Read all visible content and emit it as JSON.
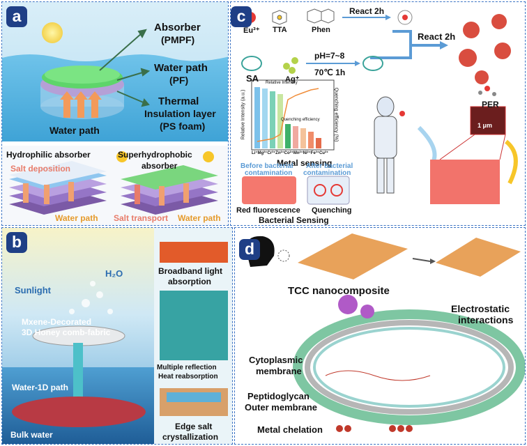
{
  "colors": {
    "panel_border": "#3b73c4",
    "label_bg": "#1f3f86",
    "water": "#7ec6e8",
    "blue_text": "#2b6cb0",
    "orange_text": "#e59a2b",
    "salmon_text": "#e87c6a"
  },
  "panel_a": {
    "label": "a",
    "absorber": "Absorber",
    "absorber_sub": "(PMPF)",
    "water_path": "Water path",
    "water_path_sub": "(PF)",
    "thermal": "Thermal",
    "thermal_sub1": "Insulation layer",
    "thermal_sub2": "(PS foam)",
    "water_path_bottom": "Water path",
    "hydrophilic": "Hydrophilic absorber",
    "superhydrophobic": "Superhydrophobic",
    "superhydrophobic_sub": "absorber",
    "salt_deposition": "Salt deposition",
    "water_path_left": "Water path",
    "salt_transport": "Salt transport",
    "water_path_right": "Water path"
  },
  "panel_b": {
    "label": "b",
    "h2o": "H₂O",
    "sunlight": "Sunlight",
    "mxene1": "Mxene-Decorated",
    "mxene2": "3D Honey comb-fabric",
    "water1d": "Water-1D path",
    "bulk": "Bulk water",
    "broadband1": "Broadband light",
    "broadband2": "absorption",
    "multiple1": "Multiple reflection",
    "multiple2": "Heat reabsorption",
    "edge1": "Edge salt",
    "edge2": "crystallization"
  },
  "panel_c": {
    "label": "c",
    "eu": "Eu³⁺",
    "tta": "TTA",
    "phen": "Phen",
    "react1": "React 2h",
    "react2": "React 2h",
    "sa": "SA",
    "ag": "Ag⁺",
    "ph": "pH=7~8",
    "temp": "70℃ 1h",
    "per": "PER",
    "scale": "1 μm",
    "metal_sensing": "Metal sensing",
    "before1": "Before bacterial",
    "before2": "contamination",
    "after1": "After bacterial",
    "after2": "contamination",
    "red_fluor": "Red fluorescence",
    "quenching": "Quenching",
    "bacterial_sensing": "Bacterial Sensing",
    "inset_ylabel_left": "Relative Intensity (a.u.)",
    "inset_ylabel_right": "Quenching efficiency (%)",
    "inset_legend1": "Relative Intensity",
    "inset_legend2": "Quenching efficiency",
    "inset_xticks": "Li⁺Mg²⁺Cr³⁺Zn²⁺Co²⁺Mn²⁺Ni²⁺Fe³⁺Cu²⁺"
  },
  "panel_d": {
    "label": "d",
    "tcc": "TCC nanocomposite",
    "electro1": "Electrostatic",
    "electro2": "interactions",
    "cyto1": "Cytoplasmic",
    "cyto2": "membrane",
    "pepti": "Peptidoglycan",
    "outer": "Outer membrane",
    "metal": "Metal chelation"
  }
}
